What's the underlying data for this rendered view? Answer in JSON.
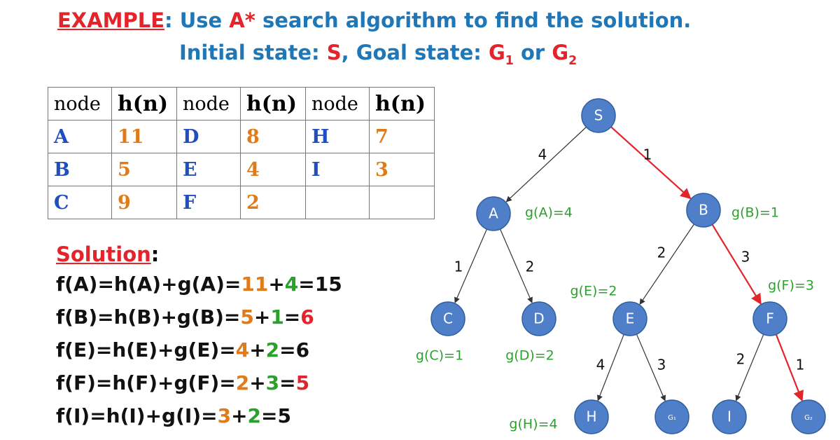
{
  "heading": {
    "example_label": "EXAMPLE",
    "colon": ":",
    "text1": " Use ",
    "astar": "A*",
    "text2": " search algorithm to find the solution.",
    "initial_label": "Initial state: ",
    "initial_value": "S",
    "goal_label": ", Goal state: ",
    "goal1": "G",
    "goal1_sub": "1",
    "or_text": " or ",
    "goal2": "G",
    "goal2_sub": "2"
  },
  "heuristic_table": {
    "col_node": "node",
    "col_h": "h(n)",
    "rows": [
      [
        {
          "node": "A",
          "h": "11"
        },
        {
          "node": "D",
          "h": "8"
        },
        {
          "node": "H",
          "h": "7"
        }
      ],
      [
        {
          "node": "B",
          "h": "5"
        },
        {
          "node": "E",
          "h": "4"
        },
        {
          "node": "I",
          "h": "3"
        }
      ],
      [
        {
          "node": "C",
          "h": "9"
        },
        {
          "node": "F",
          "h": "2"
        },
        {
          "node": "",
          "h": ""
        }
      ]
    ]
  },
  "solution": {
    "title": "Solution",
    "colon": ":",
    "lines": [
      [
        {
          "t": "f(A)=h(A)+g(A)=",
          "c": ""
        },
        {
          "t": "11",
          "c": "o"
        },
        {
          "t": "+",
          "c": ""
        },
        {
          "t": "4",
          "c": "g"
        },
        {
          "t": "=15",
          "c": ""
        }
      ],
      [
        {
          "t": "f(B)=h(B)+g(B)=",
          "c": ""
        },
        {
          "t": "5",
          "c": "o"
        },
        {
          "t": "+",
          "c": ""
        },
        {
          "t": "1",
          "c": "g"
        },
        {
          "t": "=",
          "c": ""
        },
        {
          "t": "6",
          "c": "r"
        }
      ],
      [
        {
          "t": "f(E)=h(E)+g(E)=",
          "c": ""
        },
        {
          "t": "4",
          "c": "o"
        },
        {
          "t": "+",
          "c": ""
        },
        {
          "t": "2",
          "c": "g"
        },
        {
          "t": "=6",
          "c": ""
        }
      ],
      [
        {
          "t": "f(F)=h(F)+g(F)=",
          "c": ""
        },
        {
          "t": "2",
          "c": "o"
        },
        {
          "t": "+",
          "c": ""
        },
        {
          "t": "3",
          "c": "g"
        },
        {
          "t": "=",
          "c": ""
        },
        {
          "t": "5",
          "c": "r"
        }
      ],
      [
        {
          "t": "f(I)=h(I)+g(I)=",
          "c": ""
        },
        {
          "t": "3",
          "c": "o"
        },
        {
          "t": "+",
          "c": ""
        },
        {
          "t": "2",
          "c": "g"
        },
        {
          "t": "=5",
          "c": ""
        }
      ]
    ]
  },
  "tree": {
    "colors": {
      "node_fill": "#4f7fc9",
      "node_stroke": "#2e5f9e",
      "edge": "#333333",
      "path_edge": "#e3242b",
      "g_label": "#2ca02c"
    },
    "nodes": {
      "S": {
        "label": "S"
      },
      "A": {
        "label": "A"
      },
      "B": {
        "label": "B"
      },
      "C": {
        "label": "C"
      },
      "D": {
        "label": "D"
      },
      "E": {
        "label": "E"
      },
      "F": {
        "label": "F"
      },
      "H": {
        "label": "H"
      },
      "G1": {
        "label": "G₁"
      },
      "I": {
        "label": "I"
      },
      "G2": {
        "label": "G₂"
      }
    },
    "edges": [
      {
        "from": "S",
        "to": "A",
        "cost": "4",
        "on_path": false
      },
      {
        "from": "S",
        "to": "B",
        "cost": "1",
        "on_path": true
      },
      {
        "from": "A",
        "to": "C",
        "cost": "1",
        "on_path": false
      },
      {
        "from": "A",
        "to": "D",
        "cost": "2",
        "on_path": false
      },
      {
        "from": "B",
        "to": "E",
        "cost": "2",
        "on_path": false
      },
      {
        "from": "B",
        "to": "F",
        "cost": "3",
        "on_path": true
      },
      {
        "from": "E",
        "to": "H",
        "cost": "4",
        "on_path": false
      },
      {
        "from": "E",
        "to": "G1",
        "cost": "3",
        "on_path": false
      },
      {
        "from": "F",
        "to": "I",
        "cost": "2",
        "on_path": false
      },
      {
        "from": "F",
        "to": "G2",
        "cost": "1",
        "on_path": true
      }
    ],
    "g_labels": {
      "A": "g(A)=4",
      "B": "g(B)=1",
      "C": "g(C)=1",
      "D": "g(D)=2",
      "E": "g(E)=2",
      "F": "g(F)=3",
      "H": "g(H)=4"
    }
  }
}
